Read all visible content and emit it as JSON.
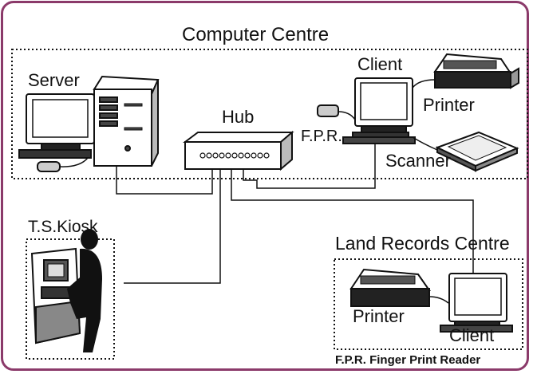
{
  "colors": {
    "frame": "#8b3a6a",
    "ink": "#111111"
  },
  "computer_centre": {
    "title": "Computer  Centre",
    "server": "Server",
    "hub": "Hub",
    "client": "Client",
    "printer": "Printer",
    "fpr": "F.P.R.",
    "scanner": "Scanner"
  },
  "kiosk": {
    "label": "T.S.Kiosk"
  },
  "land_records_centre": {
    "title": "Land Records Centre",
    "printer": "Printer",
    "client": "Client"
  },
  "legend": "F.P.R. Finger Print Reader"
}
